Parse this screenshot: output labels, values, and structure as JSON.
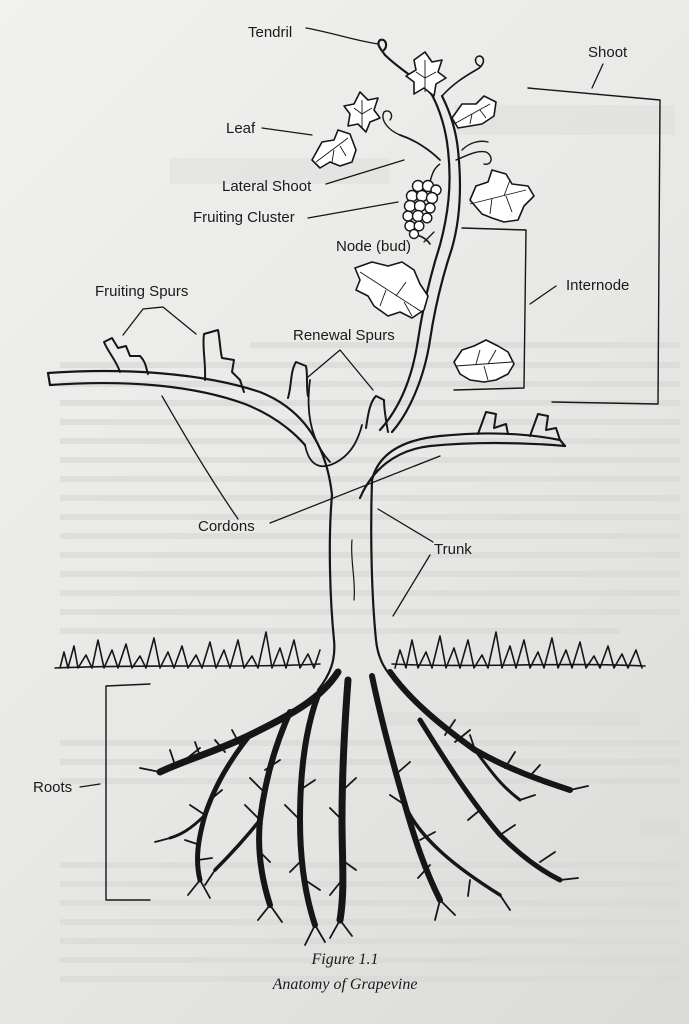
{
  "labels": {
    "tendril": "Tendril",
    "shoot": "Shoot",
    "leaf": "Leaf",
    "lateral_shoot": "Lateral Shoot",
    "fruiting_cluster": "Fruiting Cluster",
    "node_bud": "Node (bud)",
    "internode": "Internode",
    "fruiting_spurs": "Fruiting Spurs",
    "renewal_spurs": "Renewal Spurs",
    "cordons": "Cordons",
    "trunk": "Trunk",
    "roots": "Roots"
  },
  "caption": {
    "figure_number": "Figure 1.1",
    "title": "Anatomy of Grapevine"
  },
  "colors": {
    "ink": "#161616",
    "paper": "#ececea"
  }
}
